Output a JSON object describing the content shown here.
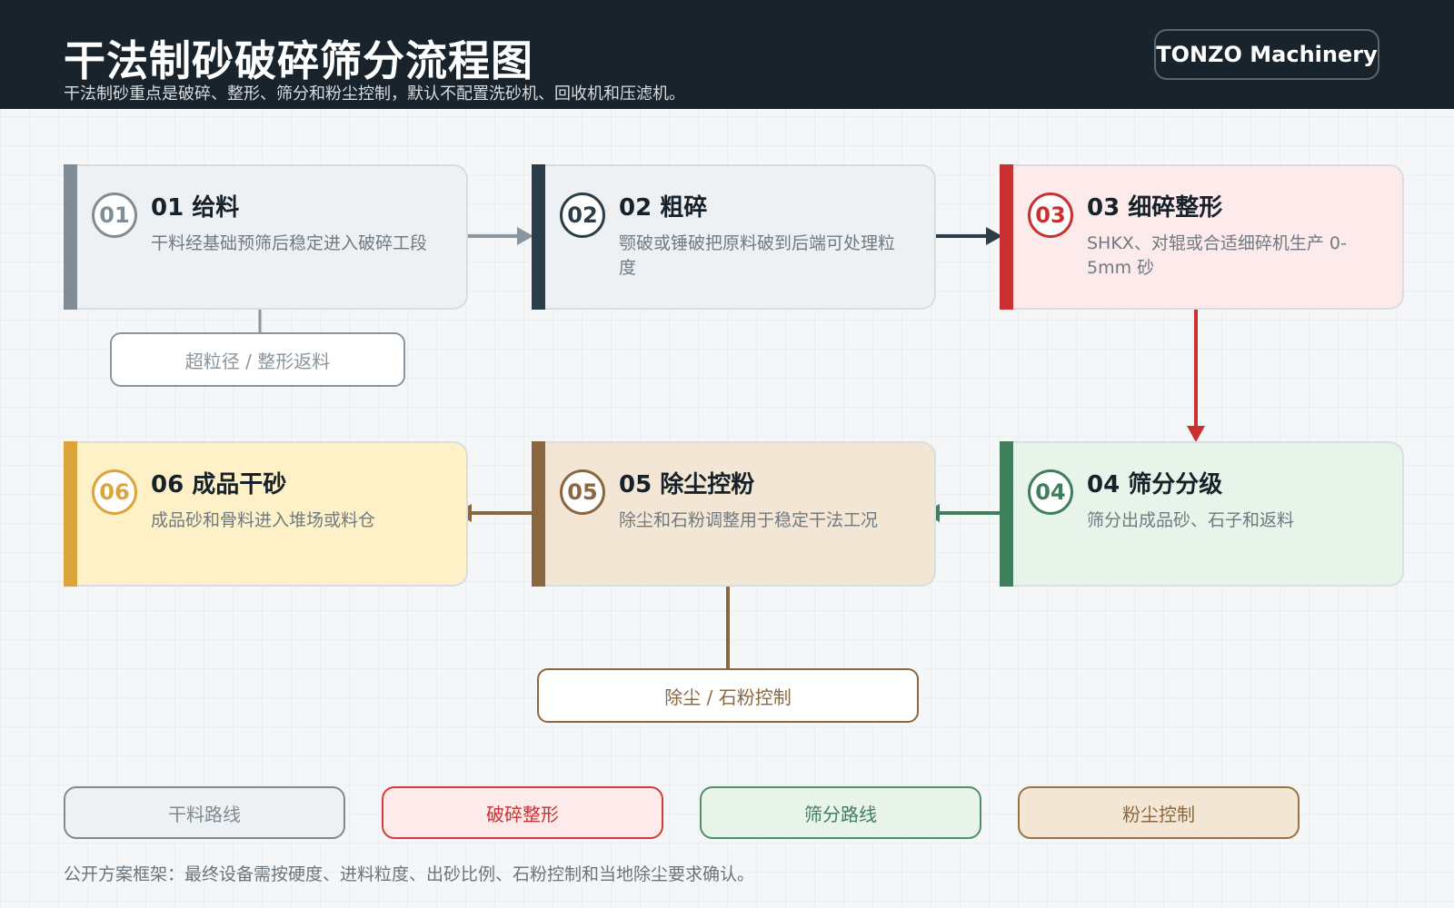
{
  "header": {
    "title": "干法制砂破碎筛分流程图",
    "subtitle": "干法制砂重点是破碎、整形、筛分和粉尘控制，默认不配置洗砂机、回收机和压滤机。",
    "brand": "TONZO Machinery"
  },
  "steps": [
    {
      "number": "01",
      "title": "01 给料",
      "desc": "干料经基础预筛后稳定进入破碎工段",
      "accent": "#808d96",
      "fill": "#eef1f4"
    },
    {
      "number": "02",
      "title": "02 粗碎",
      "desc": "颚破或锤破把原料破到后端可处理粒度",
      "accent": "#2c3d4a",
      "fill": "#eef1f4"
    },
    {
      "number": "03",
      "title": "03 细碎整形",
      "desc": "SHKX、对辊或合适细碎机生产 0-5mm 砂",
      "accent": "#c93030",
      "fill": "#fdeaea"
    },
    {
      "number": "04",
      "title": "04 筛分分级",
      "desc": "筛分出成品砂、石子和返料",
      "accent": "#3f7f5c",
      "fill": "#e8f3ea"
    },
    {
      "number": "05",
      "title": "05 除尘控粉",
      "desc": "除尘和石粉调整用于稳定干法工况",
      "accent": "#8a673e",
      "fill": "#f4e6d4"
    },
    {
      "number": "06",
      "title": "06 成品干砂",
      "desc": "成品砂和骨料进入堆场或料仓",
      "accent": "#dba53c",
      "fill": "#fff1c7"
    }
  ],
  "sub_labels": {
    "return": {
      "label": "超粒径 / 整形返料",
      "color": "#8a959d"
    },
    "dust": {
      "label": "除尘 / 石粉控制",
      "color": "#8a673e"
    }
  },
  "legend": [
    {
      "label": "干料路线",
      "border": "#7d8a93",
      "fill": "#eef1f4",
      "text": "#7d8a93"
    },
    {
      "label": "破碎整形",
      "border": "#d43a3a",
      "fill": "#fdeaea",
      "text": "#c93030"
    },
    {
      "label": "筛分路线",
      "border": "#4f8f6a",
      "fill": "#e8f3ea",
      "text": "#3f7f5c"
    },
    {
      "label": "粉尘控制",
      "border": "#9a7440",
      "fill": "#f4e6d4",
      "text": "#8a673e"
    }
  ],
  "footnote": "公开方案框架：最终设备需按硬度、进料粒度、出砂比例、石粉控制和当地除尘要求确认。"
}
